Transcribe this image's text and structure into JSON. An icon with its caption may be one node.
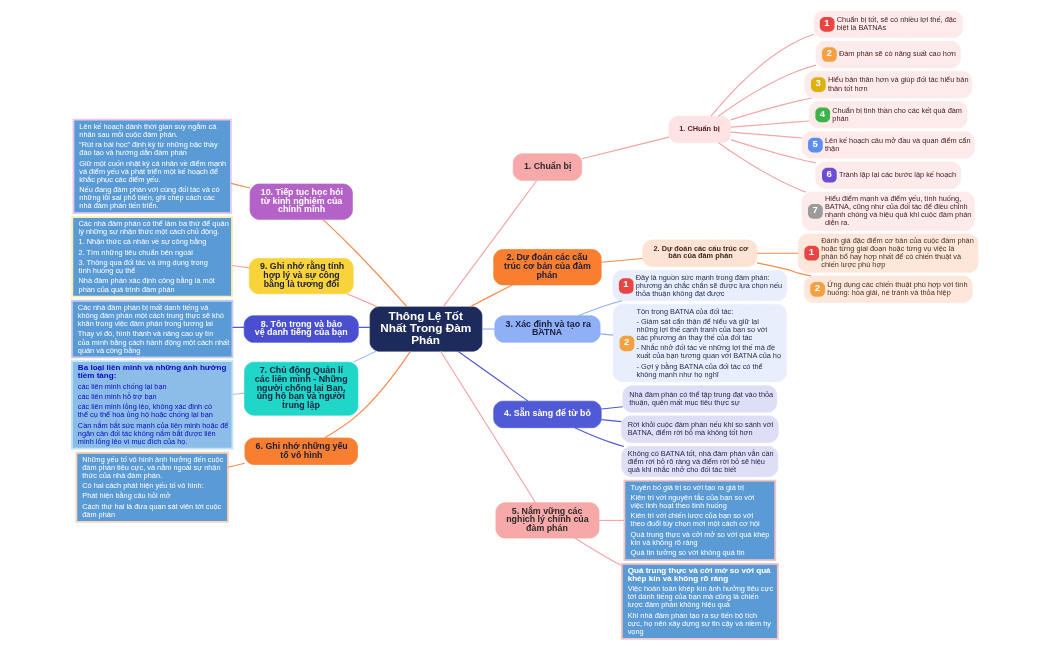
{
  "diagram": {
    "nodes": [
      {
        "text": [
          "Thông Lệ Tốt Nhất Trong Đàm Phán"
        ]
      },
      {
        "text": [
          "1. Chuẩn bị"
        ]
      },
      {
        "text": [
          "1. CHuẩn bị"
        ]
      },
      {
        "text": [
          "1",
          "Chuẩn bị tốt, sẽ có nhiều lợi thế, đặc biệt là BATNAs"
        ]
      },
      {
        "text": [
          "2",
          "Đàm phán sẽ có năng suất cao hơn"
        ]
      },
      {
        "text": [
          "3",
          "Hiểu bản thân hơn và giúp đối tác hiểu bản thân tốt hơn"
        ]
      },
      {
        "text": [
          "4",
          "Chuẩn bị tinh thần cho các kết quả đàm phán"
        ]
      },
      {
        "text": [
          "5",
          "Lên kế hoạch câu mở đầu và quan điểm cẩn thận"
        ]
      },
      {
        "text": [
          "6",
          "Tránh lặp lại các bước lập kế hoạch"
        ]
      },
      {
        "text": [
          "7",
          "Hiểu điểm mạnh và điểm yếu, tình huống, BATNA, cũng như của đối tác để điều chỉnh nhanh chóng và hiệu quả khi cuộc đàm phán diễn ra."
        ]
      },
      {
        "text": [
          "2. Dự đoán các cấu trúc cơ bản của đàm phán"
        ]
      },
      {
        "text": [
          "2. Dự đoán các cấu trúc cơ bản của đàm phán"
        ]
      },
      {
        "text": [
          "1",
          "Đánh giá đặc điểm cơ bản của cuộc đàm phán hoặc từng giai đoạn hoặc từng vụ việc là phân bổ hay hợp nhất để có chiến thuật và chiến lược phù hợp"
        ]
      },
      {
        "text": [
          "2",
          "Ứng dụng các chiến thuật phù hợp với tình huống: hòa giải, né tránh và thỏa hiệp"
        ]
      },
      {
        "text": [
          "3. Xác định và tạo ra BATNA"
        ]
      },
      {
        "text": [
          "1",
          "Đây là nguồn sức mạnh trong đàm phán: phương án chắc chắn sẽ được lựa chọn nếu thỏa thuận không đạt được"
        ]
      },
      {
        "text": [
          "2",
          "Tôn trọng BATNA của đối tác:",
          "- Giám sát cẩn thận để hiểu và giữ lại những lợi thế cạnh tranh của bạn so với các phương án thay thế của đối tác",
          "- Nhắc nhở đối tác về những lợi thế mà đề xuất của bạn tương quan với BATNA của họ",
          "- Gợi ý bằng BATNA của đối tác có thể không mạnh như họ nghĩ"
        ]
      },
      {
        "text": [
          "4. Sẵn sàng để từ bỏ"
        ]
      },
      {
        "text": [
          "Nhà đàm phán có thể tập trung đạt vào thỏa thuận, quên mất mục tiêu thực sự"
        ]
      },
      {
        "text": [
          "Rời khỏi cuộc đàm phán nếu khi so sánh với BATNA, điểm rời bỏ mà không tốt hơn"
        ]
      },
      {
        "text": [
          "Không có BATNA tốt, nhà đàm phán vẫn cần điểm rời bỏ rõ ràng và điểm rời bỏ sẽ hiệu quả khi nhắc nhở cho đối tác biết"
        ]
      },
      {
        "text": [
          "5. Nắm vững các nghịch lý chính của đàm phán"
        ]
      },
      {
        "text": [
          "Tuyên bố giá trị so với tạo ra giá trị",
          "Kiên trì với nguyên tắc của bạn so với việc linh hoạt theo tình huống",
          "Kiên trì với chiến lược của bạn so với theo đuổi tùy chọn mới một cách cơ hội",
          "Quá trung thực và cởi mở so với quá khép kín và không rõ ràng",
          "Quá tin tưởng so với không quá tin"
        ]
      },
      {
        "text": [
          "Quá trung thực và cởi mở so với quá khép kín và không rõ ràng",
          "Việc hoàn toàn khép kín ảnh hưởng tiêu cực tới danh tiếng của bạn mà cũng là chiến lược đàm phán không hiệu quả",
          "Khi nhà đàm phán tạo ra sự tiến bộ tích cực, họ nên xây dựng sự tin cậy và niềm hy vọng"
        ]
      },
      {
        "text": [
          "6. Ghi nhớ những yếu tố vô hình"
        ]
      },
      {
        "text": [
          "Những yếu tố vô hình ảnh hưởng đến cuộc đàm phán tiêu cực, và nằm ngoài sự nhận thức của nhà đàm phán.",
          "Có hai cách phát hiện yếu tố vô hình:",
          "Phát hiện bằng câu hỏi mở",
          "Cách thứ hai là đưa quan sát viên tới cuộc đàm phán"
        ]
      },
      {
        "text": [
          "7. Chủ động Quản lí các liên minh - Những người chống lại Bạn, ủng hộ bạn và người trung lập"
        ]
      },
      {
        "text": [
          "Ba loại liên minh và những ảnh hưởng tiềm tàng:",
          "các liên minh chống lại bạn",
          "các liên minh hỗ trợ bạn",
          "các liên minh lỏng lẻo, không xác định có thể cụ thể hoá ủng hộ hoặc chống lại bạn",
          "Cần nắm bắt sức mạnh của liên minh hoặc để ngăn cản đối tác không nắm bắt được liên minh lỏng lẻo vì mục đích của họ."
        ]
      },
      {
        "text": [
          "8. Tôn trọng và bảo vệ danh tiếng của bạn"
        ]
      },
      {
        "text": [
          "Các nhà đàm phán bị mất danh tiếng và không đàm phán một cách trung thực sẽ khó khăn trong việc đàm phán trong tương lai",
          "Thay vì đó, hình thành và nâng cao uy tín của mình bằng cách hành động một cách nhất quán và công bằng"
        ]
      },
      {
        "text": [
          "9. Ghi nhớ rằng tính hợp lý và sự công bằng là tương đối"
        ]
      },
      {
        "text": [
          "Các nhà đàm phán có thể làm ba thứ để quản lý những sự nhận thức một cách chủ động.",
          "1. Nhận thức cá nhân về sự công bằng",
          "2. Tìm những tiêu chuẩn bên ngoài",
          "3. Thông qua đối tác và ứng dụng trong tình huống cụ thể",
          "Nhà đàm phán xác định công bằng là một phần của quá trình đàm phán"
        ]
      },
      {
        "text": [
          "10. Tiếp tục học hỏi từ kinh nghiệm của chính mình"
        ]
      },
      {
        "text": [
          "Lên kế hoạch dành thời gian suy ngẫm cá nhân sau mỗi cuộc đàm phán.",
          "“Rút ra bài học” định kỳ từ những bậc thầy đào tạo và hướng dẫn đàm phán",
          "Giữ một cuốn nhật ký cá nhân về điểm mạnh và điểm yếu và phát triển một kế hoạch để khắc phục các điểm yếu.",
          "Nếu đang đàm phán với cùng đối tác và có những lỗi sai phổ biến, ghi chép cách các nhà đàm phán tiến triển."
        ]
      }
    ],
    "edges": [
      {
        "from": 0,
        "to": 1,
        "arrow": "none"
      },
      {
        "from": 0,
        "to": 10,
        "arrow": "none",
        "color": "#f58a4b"
      },
      {
        "from": 0,
        "to": 14,
        "arrow": "none",
        "color": "#8fb0f5"
      },
      {
        "from": 0,
        "to": 17,
        "arrow": "none",
        "color": "#5059d6"
      },
      {
        "from": 0,
        "to": 21,
        "arrow": "none"
      },
      {
        "from": 0,
        "to": 24,
        "arrow": "none",
        "color": "#f58a4b"
      },
      {
        "from": 0,
        "to": 26,
        "arrow": "none",
        "color": "#9ec5f0"
      },
      {
        "from": 0,
        "to": 28,
        "arrow": "none",
        "color": "#5059d6"
      },
      {
        "from": 0,
        "to": 30,
        "arrow": "none"
      },
      {
        "from": 0,
        "to": 32,
        "arrow": "none",
        "color": "#f58a4b"
      },
      {
        "from": 1,
        "to": 2,
        "arrow": "none"
      },
      {
        "from": 2,
        "to": 3,
        "arrow": "none"
      },
      {
        "from": 2,
        "to": 4,
        "arrow": "none"
      },
      {
        "from": 2,
        "to": 5,
        "arrow": "none"
      },
      {
        "from": 2,
        "to": 6,
        "arrow": "none"
      },
      {
        "from": 2,
        "to": 7,
        "arrow": "none"
      },
      {
        "from": 2,
        "to": 8,
        "arrow": "none"
      },
      {
        "from": 2,
        "to": 9,
        "arrow": "none"
      },
      {
        "from": 10,
        "to": 11,
        "arrow": "none",
        "color": "#f58a4b"
      },
      {
        "from": 11,
        "to": 12,
        "arrow": "none",
        "color": "#f58a4b"
      },
      {
        "from": 11,
        "to": 13,
        "arrow": "none",
        "color": "#f58a4b"
      },
      {
        "from": 14,
        "to": 15,
        "arrow": "none",
        "color": "#8fb0f5"
      },
      {
        "from": 14,
        "to": 16,
        "arrow": "none",
        "color": "#8fb0f5"
      },
      {
        "from": 17,
        "to": 18,
        "arrow": "none",
        "color": "#5059d6"
      },
      {
        "from": 17,
        "to": 19,
        "arrow": "none",
        "color": "#5059d6"
      },
      {
        "from": 17,
        "to": 20,
        "arrow": "none",
        "color": "#5059d6"
      },
      {
        "from": 21,
        "to": 22,
        "arrow": "none"
      },
      {
        "from": 21,
        "to": 23,
        "arrow": "none"
      },
      {
        "from": 24,
        "to": 25,
        "arrow": "none",
        "color": "#f58a4b"
      },
      {
        "from": 26,
        "to": 27,
        "arrow": "none",
        "color": "#9ec5f0"
      },
      {
        "from": 28,
        "to": 29,
        "arrow": "none",
        "color": "#5059d6"
      },
      {
        "from": 30,
        "to": 31,
        "arrow": "none"
      },
      {
        "from": 32,
        "to": 33,
        "arrow": "none",
        "color": "#f58a4b"
      }
    ]
  }
}
